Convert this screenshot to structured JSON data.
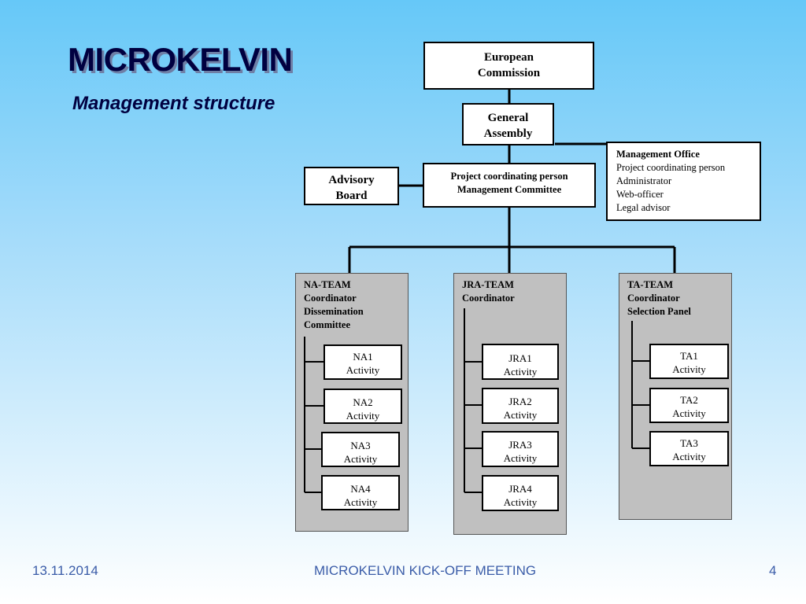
{
  "title": "MICROKELVIN",
  "subtitle": "Management structure",
  "european_commission": [
    "European",
    "Commission"
  ],
  "general_assembly": [
    "General",
    "Assembly"
  ],
  "coordinating": [
    "Project coordinating person",
    "Management Committee"
  ],
  "advisory_board": [
    "Advisory",
    "Board"
  ],
  "management_office": {
    "head": "Management Office",
    "items": [
      "Project coordinating person",
      "Administrator",
      "Web-officer",
      "Legal advisor"
    ]
  },
  "na_team": {
    "header": [
      "NA-TEAM",
      "Coordinator",
      "Dissemination",
      "Committee"
    ],
    "activities": [
      [
        "NA1",
        "Activity"
      ],
      [
        "NA2",
        "Activity"
      ],
      [
        "NA3",
        "Activity"
      ],
      [
        "NA4",
        "Activity"
      ]
    ]
  },
  "jra_team": {
    "header": [
      "JRA-TEAM",
      "Coordinator"
    ],
    "activities": [
      [
        "JRA1",
        "Activity"
      ],
      [
        "JRA2",
        "Activity"
      ],
      [
        "JRA3",
        "Activity"
      ],
      [
        "JRA4",
        "Activity"
      ]
    ]
  },
  "ta_team": {
    "header": [
      "TA-TEAM",
      "Coordinator",
      "Selection Panel"
    ],
    "activities": [
      [
        "TA1",
        "Activity"
      ],
      [
        "TA2",
        "Activity"
      ],
      [
        "TA3",
        "Activity"
      ]
    ]
  },
  "footer": {
    "date": "13.11.2014",
    "meeting": "MICROKELVIN KICK-OFF MEETING",
    "page": "4"
  }
}
